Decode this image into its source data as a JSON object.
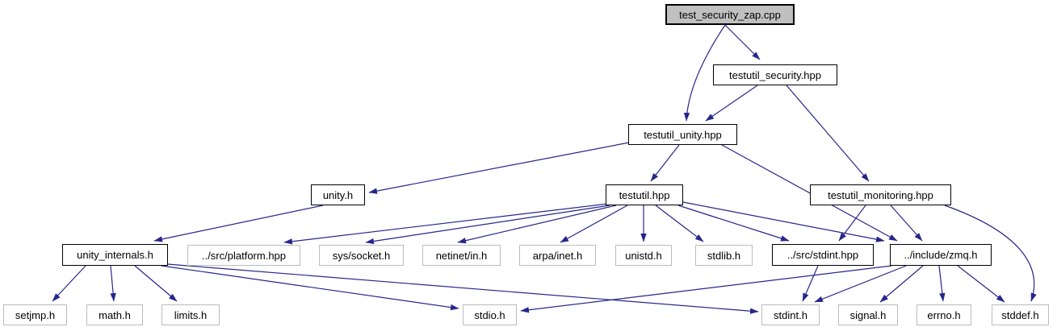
{
  "diagram": {
    "type": "include-dependency-graph",
    "tool_style": "doxygen",
    "root_file": "test_security_zap.cpp"
  },
  "colors": {
    "edge": "#26268c",
    "root_fill": "#c0c0c0",
    "internal_border": "#000000",
    "external_border": "#bcbcbc",
    "background": "#ffffff",
    "text": "#000000"
  },
  "nodes": [
    {
      "id": "test_security_zap.cpp",
      "label": "test_security_zap.cpp",
      "kind": "root"
    },
    {
      "id": "testutil_security.hpp",
      "label": "testutil_security.hpp",
      "kind": "internal"
    },
    {
      "id": "testutil_unity.hpp",
      "label": "testutil_unity.hpp",
      "kind": "internal"
    },
    {
      "id": "unity.h",
      "label": "unity.h",
      "kind": "internal"
    },
    {
      "id": "testutil.hpp",
      "label": "testutil.hpp",
      "kind": "internal"
    },
    {
      "id": "testutil_monitoring.hpp",
      "label": "testutil_monitoring.hpp",
      "kind": "internal"
    },
    {
      "id": "unity_internals.h",
      "label": "unity_internals.h",
      "kind": "internal"
    },
    {
      "id": "../src/platform.hpp",
      "label": "../src/platform.hpp",
      "kind": "external"
    },
    {
      "id": "sys/socket.h",
      "label": "sys/socket.h",
      "kind": "external"
    },
    {
      "id": "netinet/in.h",
      "label": "netinet/in.h",
      "kind": "external"
    },
    {
      "id": "arpa/inet.h",
      "label": "arpa/inet.h",
      "kind": "external"
    },
    {
      "id": "unistd.h",
      "label": "unistd.h",
      "kind": "external"
    },
    {
      "id": "stdlib.h",
      "label": "stdlib.h",
      "kind": "external"
    },
    {
      "id": "../src/stdint.hpp",
      "label": "../src/stdint.hpp",
      "kind": "internal"
    },
    {
      "id": "../include/zmq.h",
      "label": "../include/zmq.h",
      "kind": "internal"
    },
    {
      "id": "setjmp.h",
      "label": "setjmp.h",
      "kind": "external"
    },
    {
      "id": "math.h",
      "label": "math.h",
      "kind": "external"
    },
    {
      "id": "limits.h",
      "label": "limits.h",
      "kind": "external"
    },
    {
      "id": "stdio.h",
      "label": "stdio.h",
      "kind": "external"
    },
    {
      "id": "stdint.h",
      "label": "stdint.h",
      "kind": "external"
    },
    {
      "id": "signal.h",
      "label": "signal.h",
      "kind": "external"
    },
    {
      "id": "errno.h",
      "label": "errno.h",
      "kind": "external"
    },
    {
      "id": "stddef.h",
      "label": "stddef.h",
      "kind": "external"
    }
  ],
  "edges": [
    {
      "from": "test_security_zap.cpp",
      "to": "testutil_security.hpp"
    },
    {
      "from": "test_security_zap.cpp",
      "to": "testutil_unity.hpp"
    },
    {
      "from": "testutil_security.hpp",
      "to": "testutil_unity.hpp"
    },
    {
      "from": "testutil_security.hpp",
      "to": "testutil_monitoring.hpp"
    },
    {
      "from": "testutil_unity.hpp",
      "to": "unity.h"
    },
    {
      "from": "testutil_unity.hpp",
      "to": "testutil.hpp"
    },
    {
      "from": "testutil_unity.hpp",
      "to": "../include/zmq.h"
    },
    {
      "from": "unity.h",
      "to": "unity_internals.h"
    },
    {
      "from": "testutil.hpp",
      "to": "../src/platform.hpp"
    },
    {
      "from": "testutil.hpp",
      "to": "sys/socket.h"
    },
    {
      "from": "testutil.hpp",
      "to": "netinet/in.h"
    },
    {
      "from": "testutil.hpp",
      "to": "arpa/inet.h"
    },
    {
      "from": "testutil.hpp",
      "to": "unistd.h"
    },
    {
      "from": "testutil.hpp",
      "to": "stdlib.h"
    },
    {
      "from": "testutil.hpp",
      "to": "../src/stdint.hpp"
    },
    {
      "from": "testutil.hpp",
      "to": "../include/zmq.h"
    },
    {
      "from": "testutil_monitoring.hpp",
      "to": "../src/stdint.hpp"
    },
    {
      "from": "testutil_monitoring.hpp",
      "to": "../include/zmq.h"
    },
    {
      "from": "testutil_monitoring.hpp",
      "to": "stddef.h"
    },
    {
      "from": "unity_internals.h",
      "to": "setjmp.h"
    },
    {
      "from": "unity_internals.h",
      "to": "math.h"
    },
    {
      "from": "unity_internals.h",
      "to": "limits.h"
    },
    {
      "from": "unity_internals.h",
      "to": "stdio.h"
    },
    {
      "from": "unity_internals.h",
      "to": "stdint.h"
    },
    {
      "from": "../src/stdint.hpp",
      "to": "stdint.h"
    },
    {
      "from": "../include/zmq.h",
      "to": "stdio.h"
    },
    {
      "from": "../include/zmq.h",
      "to": "stdint.h"
    },
    {
      "from": "../include/zmq.h",
      "to": "signal.h"
    },
    {
      "from": "../include/zmq.h",
      "to": "errno.h"
    },
    {
      "from": "../include/zmq.h",
      "to": "stddef.h"
    }
  ]
}
